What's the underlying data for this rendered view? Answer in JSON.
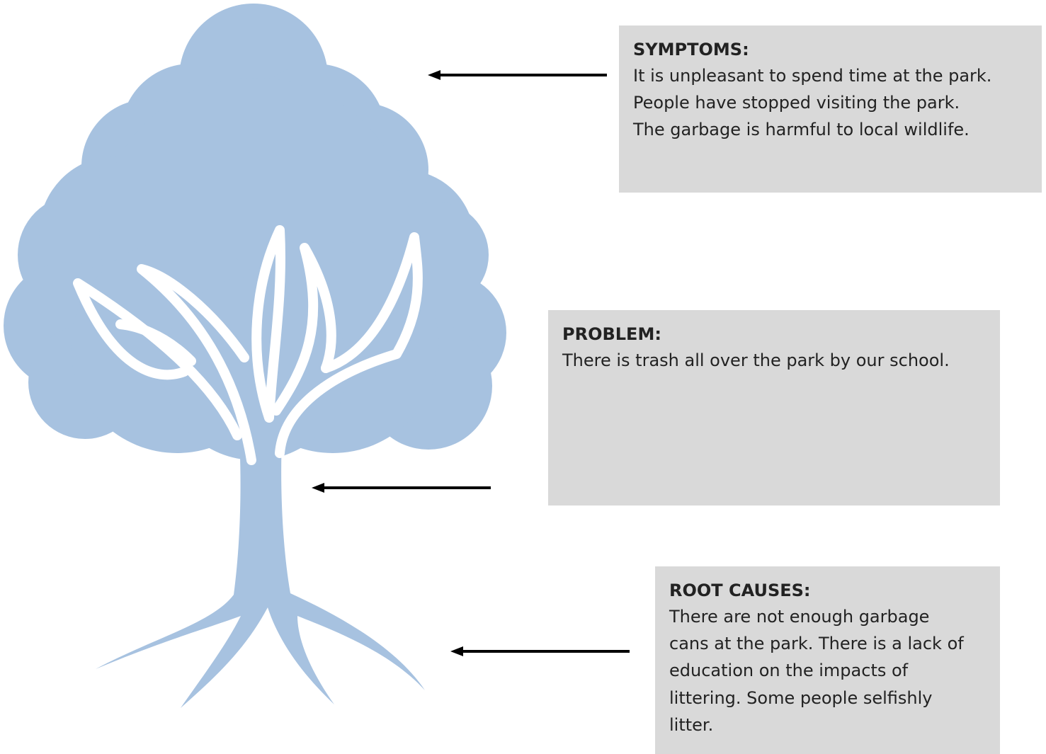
{
  "colors": {
    "tree": "#a7c2e0",
    "box_bg": "#d9d9d9",
    "arrow": "#000000"
  },
  "symptoms": {
    "heading": "SYMPTOMS:",
    "lines": [
      "It is unpleasant to spend time at the park.",
      "People have stopped visiting the park.",
      "The garbage is harmful to local wildlife."
    ]
  },
  "problem": {
    "heading": "PROBLEM:",
    "lines": [
      "There is trash all over the park by our school."
    ]
  },
  "root_causes": {
    "heading": "ROOT CAUSES:",
    "lines": [
      "There are not enough garbage",
      "cans at the park. There is a lack of",
      "education on the impacts of",
      "littering. Some people selfishly",
      "litter."
    ]
  }
}
